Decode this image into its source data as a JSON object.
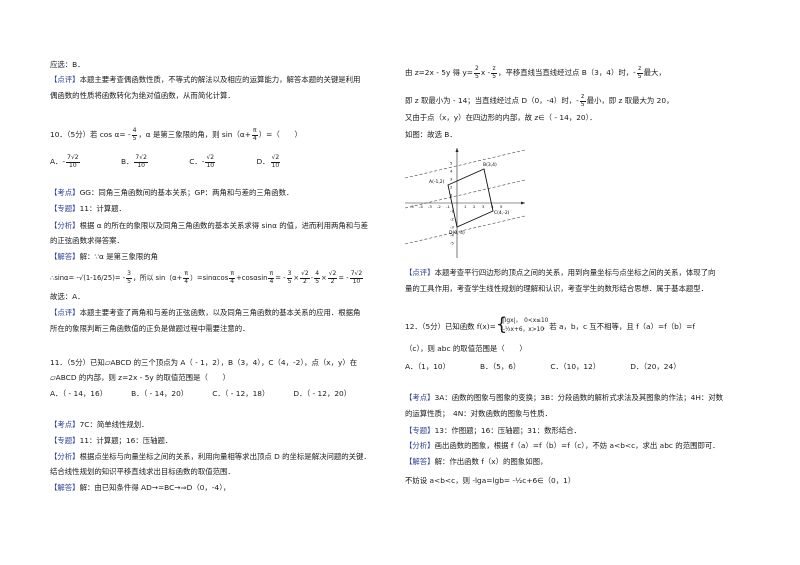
{
  "left": {
    "l1": "应选：B．",
    "l2_tag": "【点评】",
    "l2": "本题主要考查偶函数性质，不等式的解法以及相应的运算能力，解答本题的关键是利用",
    "l3": "偶函数的性质将函数转化为绝对值函数，从而简化计算．",
    "q10_a": "10．（5分）若 cos α= -",
    "q10_b": "，α 是第三象限的角，则 sin（α+",
    "q10_c": "）=（　　）",
    "f_4": "4",
    "f_5": "5",
    "f_pi": "π",
    "q10_opts": [
      {
        "label": "A．",
        "sign": "-",
        "num": "7√2",
        "den": "10"
      },
      {
        "label": "B．",
        "sign": "",
        "num": "7√2",
        "den": "10"
      },
      {
        "label": "C．",
        "sign": "-",
        "num": "√2",
        "den": "10"
      },
      {
        "label": "D．",
        "sign": "",
        "num": "√2",
        "den": "10"
      }
    ],
    "kd_tag": "【考点】",
    "kd": "GG：同角三角函数间的基本关系；GP：两角和与差的三角函数．",
    "zt_tag": "【专题】",
    "zt": "11：计算题．",
    "fx_tag": "【分析】",
    "fx1": "根据 α 的所在的象限以及同角三角函数的基本关系求得 sinα 的值，进而利用两角和与差",
    "fx2": "的正弦函数求得答案．",
    "jd_tag": "【解答】",
    "jd1": "解：∵α 是第三象限的角",
    "jd2_a": "∴sinα= -",
    "jd2_b": "√(1-16/25)",
    "jd2_c": "= -",
    "jd2_d": "，所以 sin（α+",
    "jd2_e": "）=sinαcos",
    "jd2_f": "+cosαsin",
    "jd2_g": "= -",
    "jd2_h": "×",
    "jd2_i": "-",
    "jd2_j": "×",
    "jd2_k": "= -",
    "f_3": "3",
    "f_r2": "√2",
    "f_2": "2",
    "f_7r2": "7√2",
    "f_10": "10",
    "gx": "故选：A．",
    "dp2_tag": "【点评】",
    "dp2_1": "本题主要考查了两角和与差的正弦函数，以及同角三角函数的基本关系的应用．根据角",
    "dp2_2": "所在的象限判断三角函数值的正负是做题过程中需要注意的．",
    "q11_1": "11．（5分）已知▱ABCD 的三个顶点为 A（ - 1，2），B（3，4），C（4，-2），点（x，y）在",
    "q11_2": "▱ABCD 的内部，则 z=2x - 5y 的取值范围是（　　）",
    "q11_opts": [
      "A．（ - 14，16）",
      "B．（ - 14，20）",
      "C．（ - 12，18）",
      "D．（ - 12，20）"
    ],
    "kd11_tag": "【考点】",
    "kd11": "7C：简单线性规划．",
    "zt11_tag": "【专题】",
    "zt11": "11：计算题；16：压轴题．",
    "fx11_tag": "【分析】",
    "fx11_1": "根据点坐标与向量坐标之间的关系，利用向量相等求出顶点 D 的坐标是解决问题的关键．",
    "fx11_2": "结合线性规划的知识平移直线求出目标函数的取值范围．",
    "jd11_tag": "【解答】",
    "jd11": "解：由已知条件得 AD→=BC→⇒D（0，-4），"
  },
  "right": {
    "r1_a": "由 z=2x - 5y 得 y=",
    "r1_b": "x -",
    "r1_c": "，平移直线当直线经过点 B（3，4）时，-",
    "r1_d": "最大，",
    "f_2": "2",
    "f_5": "5",
    "f_z": "z",
    "r2_a": "即 z 取最小为 - 14；当直线经过点 D（0，-4）时，-",
    "r2_b": "最小，即 z 取最大为 20，",
    "r3": "又由于点（x，y）在四边形的内部，故 z∈（ - 14，20）．",
    "r4": "如图：故选 B．",
    "graph": {
      "ticks_x": [
        "-5",
        "-4",
        "-3",
        "-2",
        "-1",
        "1",
        "2",
        "3",
        "4",
        "5"
      ],
      "ticks_y": [
        "5",
        "4",
        "3",
        "2",
        "1",
        "-1",
        "-2",
        "-3",
        "-4",
        "-5"
      ],
      "label_A": "A(-1,2)",
      "label_B": "B(3,4)",
      "label_C": "C(4,-2)",
      "label_D": "D(0,-4)"
    },
    "dp_tag": "【点评】",
    "dp1": "本题考查平行四边形的顶点之间的关系，用到向量坐标与点坐标之间的关系，体现了向",
    "dp2": "量的工具作用，考查学生线性规划的理解和认识，考查学生的数形结合思想．属于基本题型．",
    "q12_a": "12．（5分）已知函数 f(x)=",
    "pw_r1": "|lgx|，　0<x≤10",
    "pw_r2": "-½x+6，x>10",
    "q12_b": "，若 a，b，c 互不相等，且 f（a）=f（b）=f",
    "q12_c": "（c），则 abc 的取值范围是（　　）",
    "q12_opts": [
      "A．（1，10）",
      "B．（5，6）",
      "C．（10，12）",
      "D．（20，24）"
    ],
    "kd_tag": "【考点】",
    "kd1": "3A：函数的图象与图象的变换；3B：分段函数的解析式求法及其图象的作法；4H：对数",
    "kd2": "的运算性质；　4N：对数函数的图象与性质．",
    "zt_tag": "【专题】",
    "zt": "13：作图题；16：压轴题；31：数形结合．",
    "fx_tag": "【分析】",
    "fx": "画出函数的图象，根据 f（a）=f（b）=f（c），不妨 a<b<c，求出 abc 的范围即可．",
    "jd_tag": "【解答】",
    "jd": "解：作出函数 f（x）的图象如图，",
    "last": "不妨设 a<b<c，则 -lga=lgb= -½c+6∈（0，1）"
  }
}
